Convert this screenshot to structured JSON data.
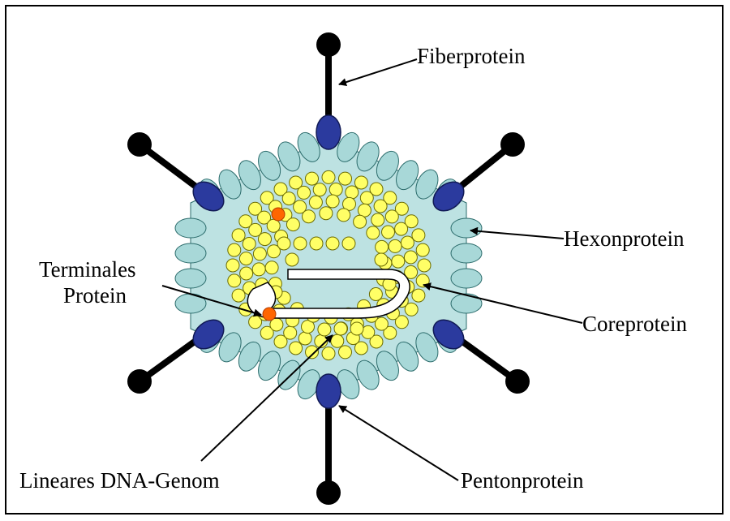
{
  "colors": {
    "capsid_fill": "#bde2e2",
    "capsid_stroke": "#2b6b6b",
    "hexon_fill": "#a8d8d8",
    "penton_fill": "#2b3a9e",
    "penton_stroke": "#111a55",
    "core_fill": "#ffff66",
    "core_stroke": "#6b6b00",
    "terminal_fill": "#ff6600",
    "knob_fill": "#000000",
    "dna_fill": "#ffffff",
    "line": "#000000"
  },
  "labels": {
    "fiberprotein": "Fiberprotein",
    "hexonprotein": "Hexonprotein",
    "terminales_line1": "Terminales",
    "terminales_line2": "Protein",
    "coreprotein": "Coreprotein",
    "dna_genom": "Lineares DNA-Genom",
    "pentonprotein": "Pentonprotein"
  },
  "icons": {
    "knob": "black-circle-icon",
    "penton": "blue-ellipse-icon",
    "hexon": "light-blue-ellipse-icon",
    "core": "yellow-circle-icon",
    "terminal": "orange-circle-icon"
  }
}
